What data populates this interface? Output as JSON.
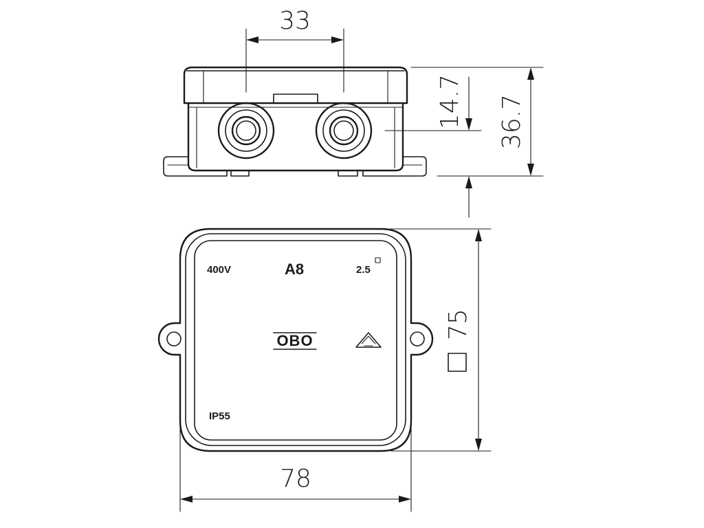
{
  "dimensions": {
    "hole_spacing": "33",
    "entry_height": "14.7",
    "total_height": "36.7",
    "side_length": "75",
    "width": "78"
  },
  "markings": {
    "voltage": "400V",
    "model": "A8",
    "cross_section": "2.5",
    "protection": "IP55",
    "brand": "OBO"
  },
  "colors": {
    "line": "#1a1a1a",
    "background": "#ffffff"
  }
}
